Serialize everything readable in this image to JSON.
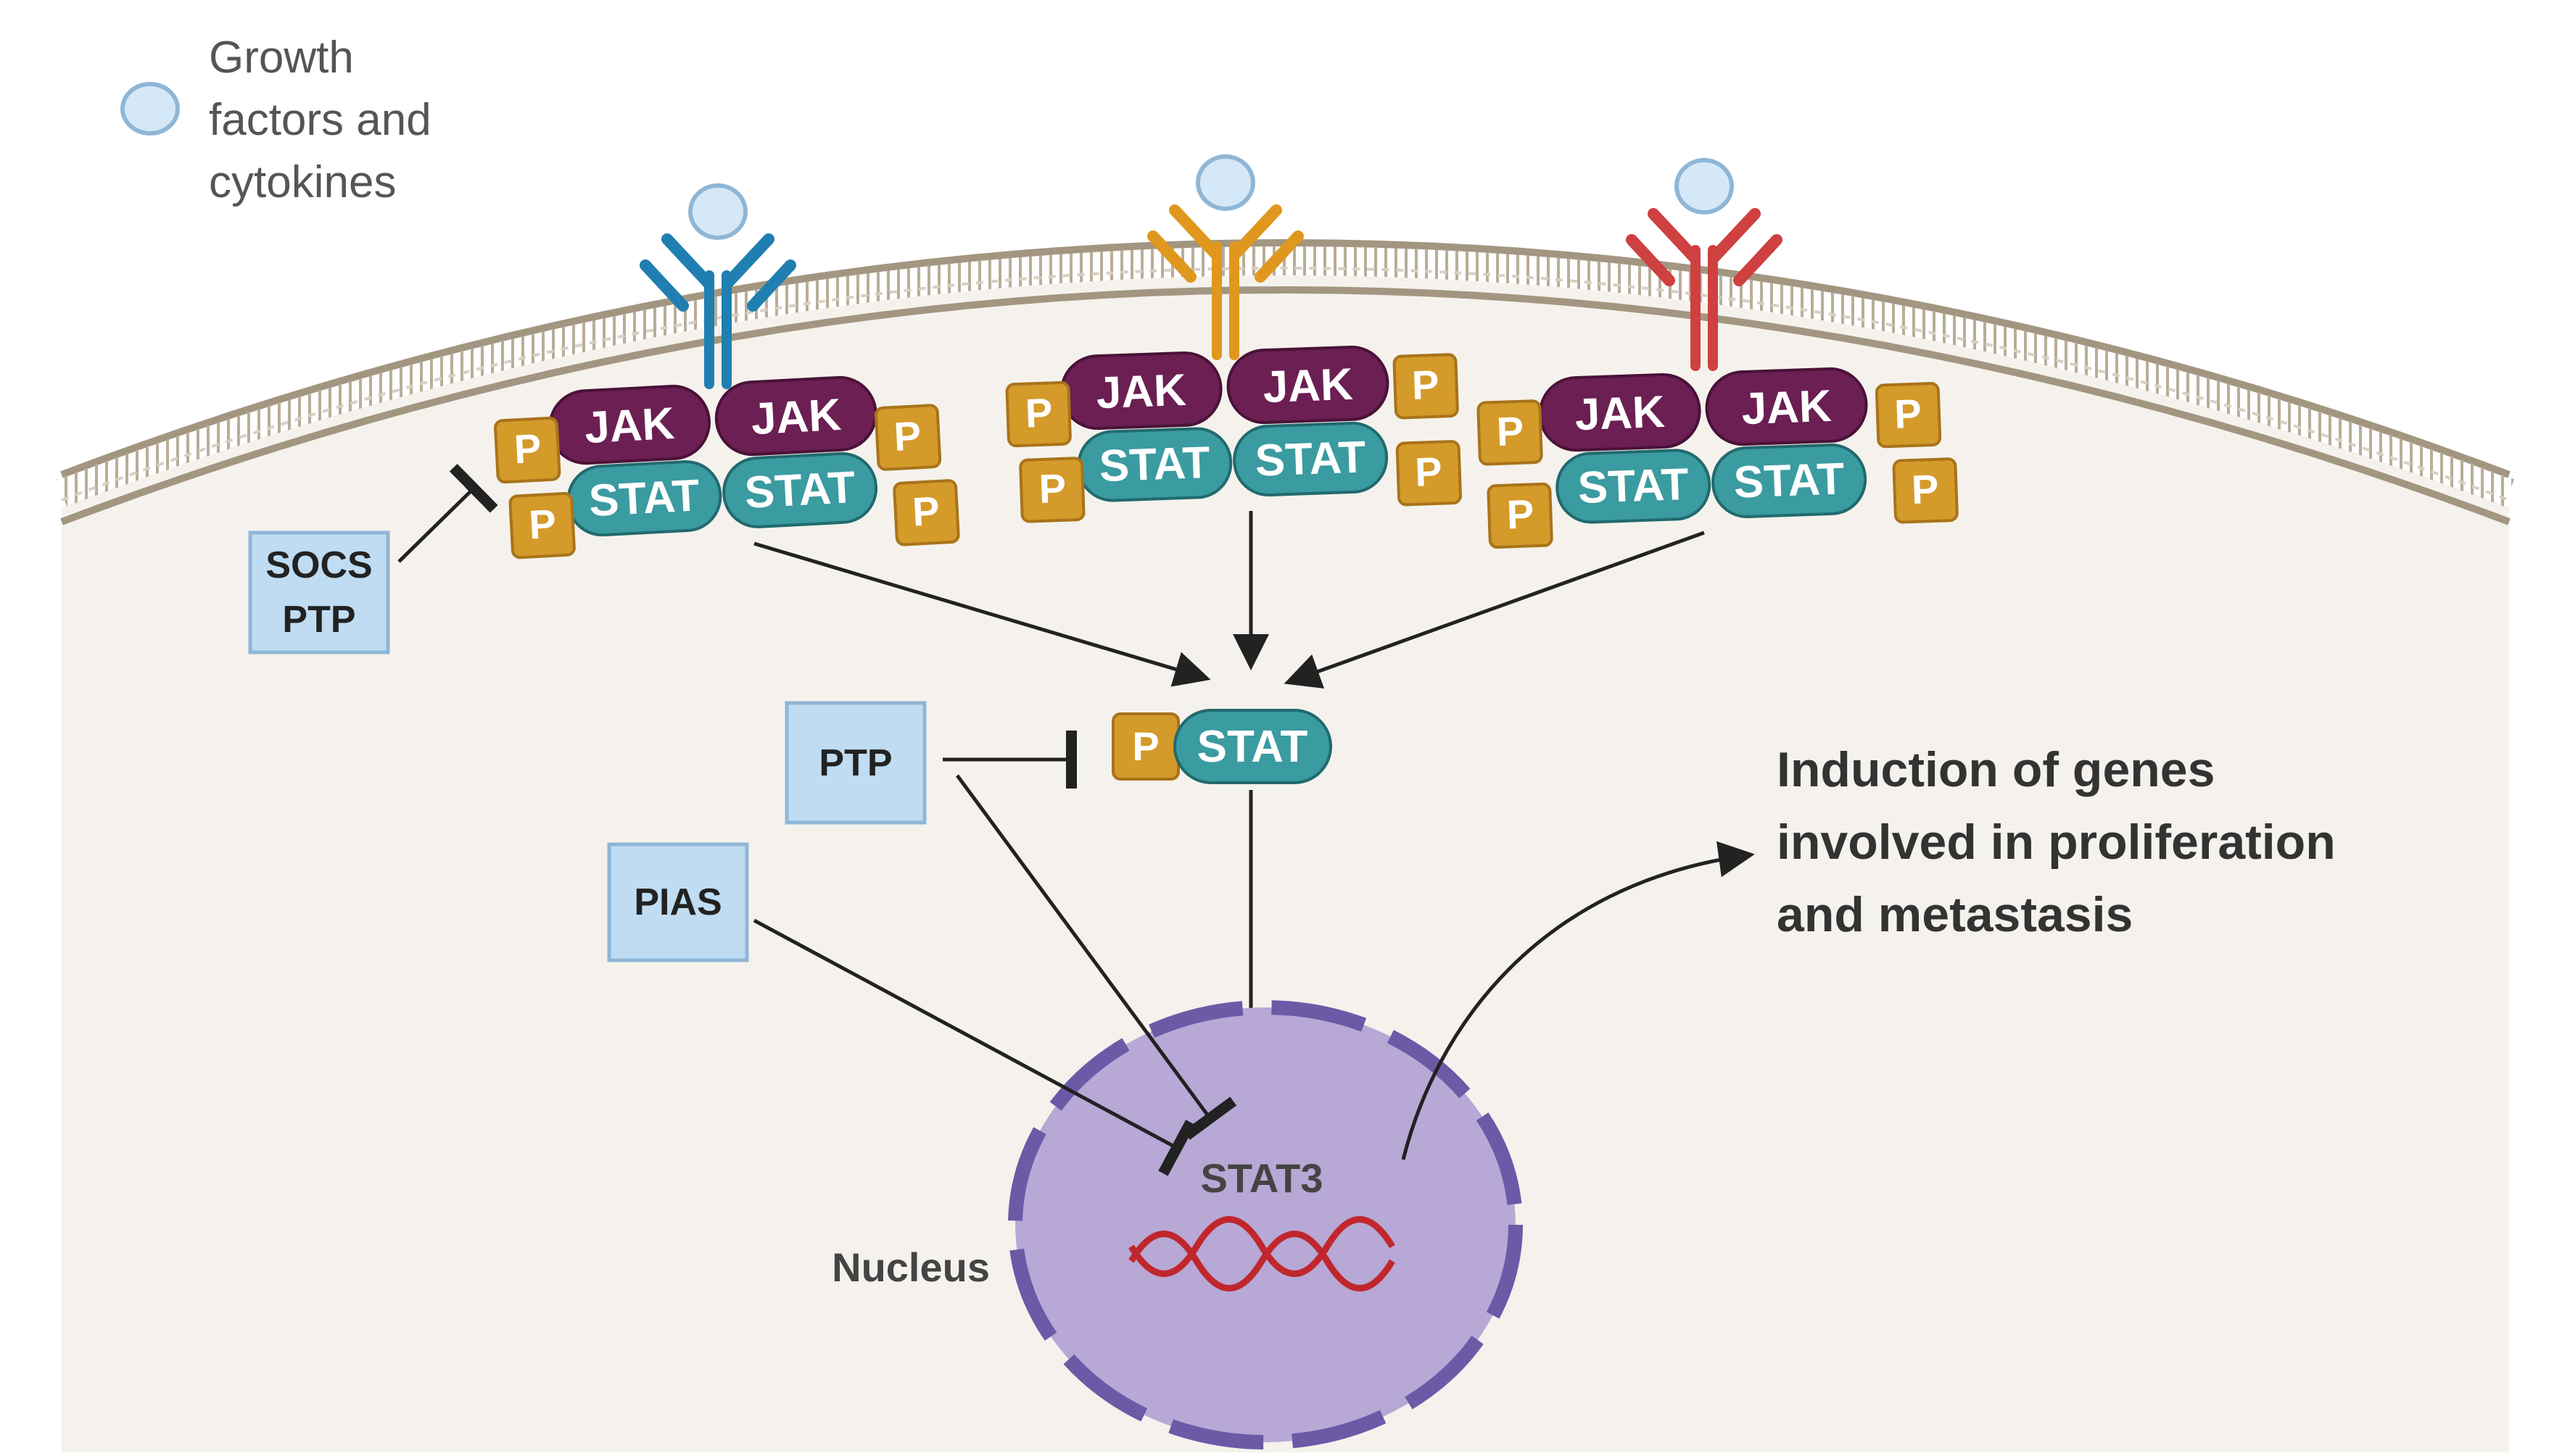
{
  "legend": {
    "lines": [
      "Growth",
      "factors and",
      "cytokines"
    ]
  },
  "complex": {
    "jak_label": "JAK",
    "stat_label": "STAT",
    "p_label": "P"
  },
  "inhibitors": {
    "socs_ptp": [
      "SOCS",
      "PTP"
    ],
    "ptp": "PTP",
    "pias": "PIAS"
  },
  "pstat": {
    "p_label": "P",
    "stat_label": "STAT"
  },
  "nucleus": {
    "label": "Nucleus",
    "stat3": "STAT3"
  },
  "outcome": {
    "lines": [
      "Induction of genes",
      "involved in proliferation",
      "and metastasis"
    ]
  },
  "colors": {
    "cell": "#f5f2ed",
    "membrane": "#a39681",
    "jak": "#6b1f52",
    "stat": "#3a9ba0",
    "p": "#d49a2a",
    "box": "#bfdcf2",
    "box_border": "#8fb6d6",
    "nucleus": "#b7a8d6",
    "nucleus_border": "#6b5aa6",
    "receptor_blue": "#1f7fb0",
    "receptor_orange": "#e0971e",
    "receptor_red": "#cf4040",
    "ligand": "#d5e8f7",
    "dna": "#c0272d"
  }
}
